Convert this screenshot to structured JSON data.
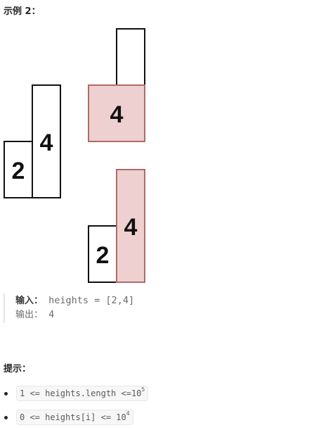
{
  "example": {
    "heading": "示例 2：",
    "figure": {
      "original_bars": [
        {
          "label": "2",
          "height": 2,
          "highlighted": false
        },
        {
          "label": "4",
          "height": 4,
          "highlighted": false
        }
      ],
      "option_top": {
        "bar_label": "4"
      },
      "option_bottom": {
        "short_label": "2",
        "tall_label": "4"
      }
    },
    "input_label": "输入：",
    "input_value": "heights = [2,4]",
    "output_label": "输出：",
    "output_value": "4"
  },
  "hints": {
    "heading": "提示：",
    "items": [
      {
        "code": "1 <= heights.length <=10",
        "sup": "5"
      },
      {
        "code": "0 <= heights[i] <= 10",
        "sup": "4"
      }
    ]
  },
  "colors": {
    "highlight_fill": "#efd0d0",
    "highlight_stroke": "#b06a6a",
    "bar_stroke": "#111111"
  }
}
